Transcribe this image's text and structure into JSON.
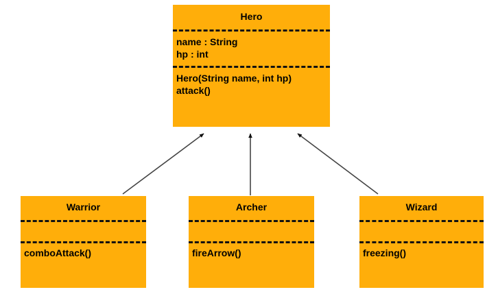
{
  "diagram": {
    "type": "uml-class-diagram",
    "background_color": "#ffffff",
    "class_fill_color": "#ffae0a",
    "text_color": "#000000",
    "line_color": "#444444"
  },
  "classes": {
    "hero": {
      "name": "Hero",
      "attributes": [
        "name : String",
        "hp : int"
      ],
      "operations": [
        "Hero(String name, int hp)",
        "attack()"
      ]
    },
    "warrior": {
      "name": "Warrior",
      "attributes": [],
      "operations": [
        "comboAttack()"
      ]
    },
    "archer": {
      "name": "Archer",
      "attributes": [],
      "operations": [
        "fireArrow()"
      ]
    },
    "wizard": {
      "name": "Wizard",
      "attributes": [],
      "operations": [
        "freezing()"
      ]
    }
  },
  "relationships": [
    {
      "from": "Warrior",
      "to": "Hero",
      "kind": "inheritance"
    },
    {
      "from": "Archer",
      "to": "Hero",
      "kind": "inheritance"
    },
    {
      "from": "Wizard",
      "to": "Hero",
      "kind": "inheritance"
    }
  ]
}
